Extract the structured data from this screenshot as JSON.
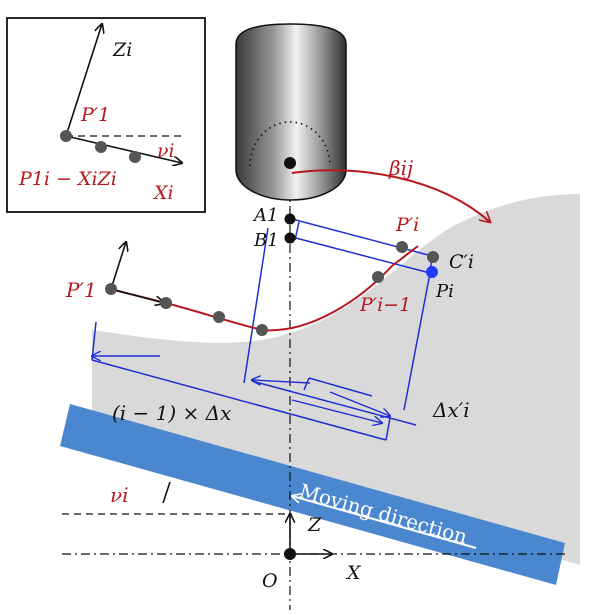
{
  "colors": {
    "workpiece": "#d9d9d9",
    "strip": "#4a87cf",
    "construction": "#1f2fd0",
    "path": "#b5191f",
    "point": "#555555",
    "contact_point": "#1f3bff"
  },
  "inset": {
    "zi": "Zi",
    "p1": "P′1",
    "vi": "νi",
    "formula": "P1i − XiZi",
    "xi": "Xi"
  },
  "labels": {
    "beta": "βij",
    "a1": "A1",
    "b1": "B1",
    "pi_prime": "P′i",
    "ci_prime": "C′i",
    "pi": "Pi",
    "p1_prime": "P′1",
    "pi_minus_1": "P′i−1",
    "i_minus_1_dx": "(i − 1) × Δx",
    "dx_i": "Δx′i",
    "vi": "νi",
    "moving_direction": "Moving direction",
    "z": "Z",
    "o": "O",
    "x": "X"
  }
}
